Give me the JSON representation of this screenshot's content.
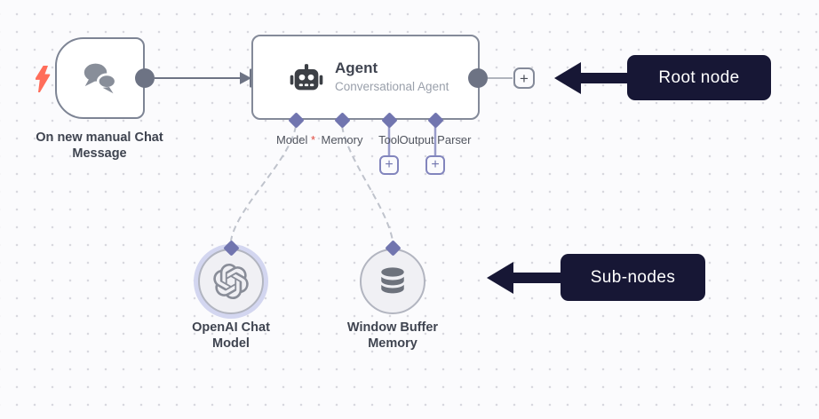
{
  "canvas": {
    "background": "#fbfbfd",
    "dot_color": "#d8d8df"
  },
  "colors": {
    "node_border": "#848a99",
    "connector_gray": "#6d7384",
    "accent_purple": "#7175af",
    "annotation_bg": "#171735",
    "trigger_lightning": "#ff6d5a",
    "required_marker_red": "#e0493e",
    "subnode_halo": "#d3d6f0"
  },
  "nodes": {
    "trigger": {
      "label": "On new manual Chat Message",
      "icon": "chat-bubbles"
    },
    "agent": {
      "title": "Agent",
      "subtitle": "Conversational Agent",
      "icon": "robot"
    },
    "openai": {
      "label": "OpenAI Chat Model",
      "icon": "openai-logo",
      "selected": true
    },
    "memory": {
      "label": "Window Buffer Memory",
      "icon": "database"
    }
  },
  "ports": [
    {
      "label": "Model",
      "marker": " *",
      "required": true
    },
    {
      "label": "Memory",
      "marker": "",
      "required": false
    },
    {
      "label": "Tool",
      "marker": "",
      "required": false,
      "has_add_button": true
    },
    {
      "label": "Output Parser",
      "marker": "",
      "required": false,
      "has_add_button": true
    }
  ],
  "buttons": {
    "plus": "+"
  },
  "annotations": [
    {
      "label": "Root node"
    },
    {
      "label": "Sub-nodes"
    }
  ]
}
